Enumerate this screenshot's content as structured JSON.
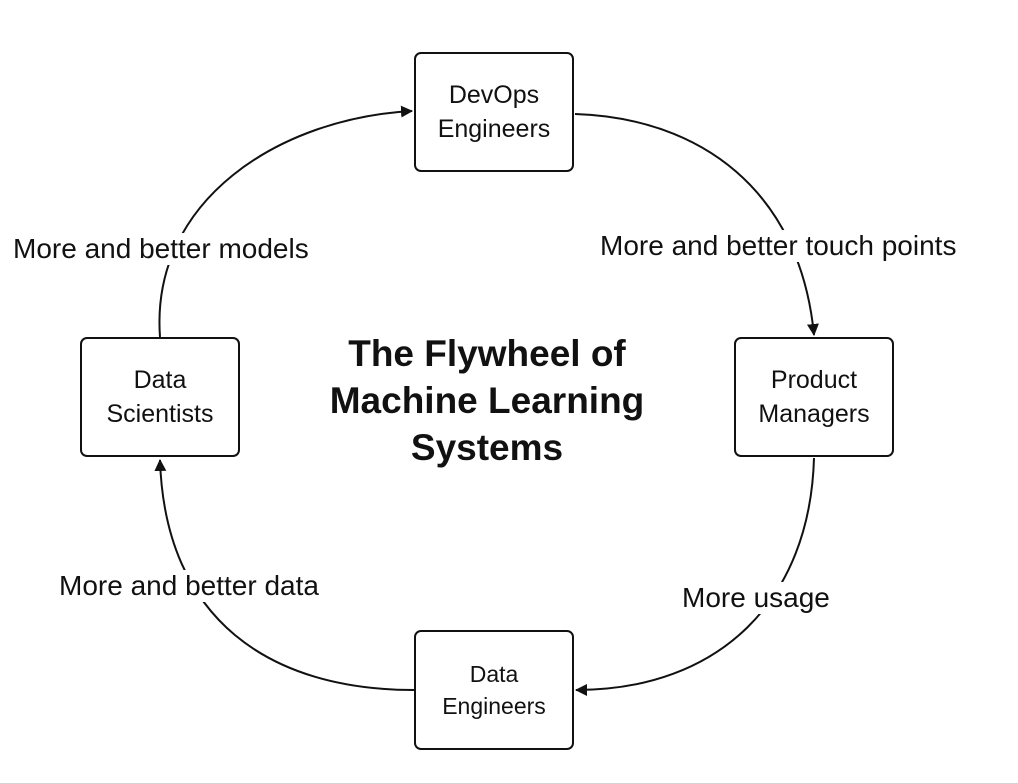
{
  "title": {
    "lines": [
      "The Flywheel of",
      "Machine Learning",
      "Systems"
    ]
  },
  "nodes": {
    "devops": {
      "lines": [
        "DevOps",
        "Engineers"
      ]
    },
    "product": {
      "lines": [
        "Product",
        "Managers"
      ]
    },
    "data_engineers": {
      "lines": [
        "Data",
        "Engineers"
      ]
    },
    "data_scientists": {
      "lines": [
        "Data",
        "Scientists"
      ]
    }
  },
  "edges": {
    "devops_to_product": {
      "label": "More and better touch points"
    },
    "product_to_data_engineers": {
      "label": "More usage"
    },
    "data_engineers_to_data_scientists": {
      "label": "More and better data"
    },
    "data_scientists_to_devops": {
      "label": "More and better models"
    }
  },
  "colors": {
    "stroke": "#111111",
    "background": "#ffffff"
  }
}
